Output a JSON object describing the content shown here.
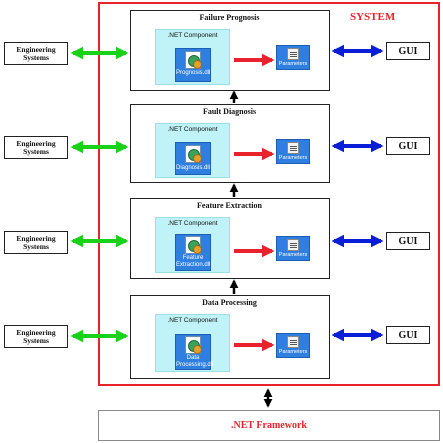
{
  "system": {
    "label": "SYSTEM",
    "accent": "#e8232b"
  },
  "modules": [
    {
      "title": "Failure Prognosis",
      "component_label": ".NET Component",
      "dll": "Prognosis.dll",
      "params": "Parameters"
    },
    {
      "title": "Fault Diagnosis",
      "component_label": ".NET Component",
      "dll": "Diagnosis.dll",
      "params": "Parameters"
    },
    {
      "title": "Feature Extraction",
      "component_label": ".NET Component",
      "dll": "Feature Extraction.dll",
      "params": "Parameters"
    },
    {
      "title": "Data Processing",
      "component_label": ".NET Component",
      "dll": "Data Processing.dll",
      "params": "Parameters"
    }
  ],
  "engineering_systems": [
    "Engineering Systems",
    "Engineering Systems",
    "Engineering Systems",
    "Engineering Systems"
  ],
  "gui": [
    "GUI",
    "GUI",
    "GUI",
    "GUI"
  ],
  "framework": {
    "label": ".NET Framework"
  },
  "colors": {
    "green_arrow": "#19d119",
    "blue_arrow": "#0a1ed8",
    "red_arrow": "#e8232b",
    "tile_blue": "#2f7fe0",
    "component_bg": "#bff3f7"
  }
}
